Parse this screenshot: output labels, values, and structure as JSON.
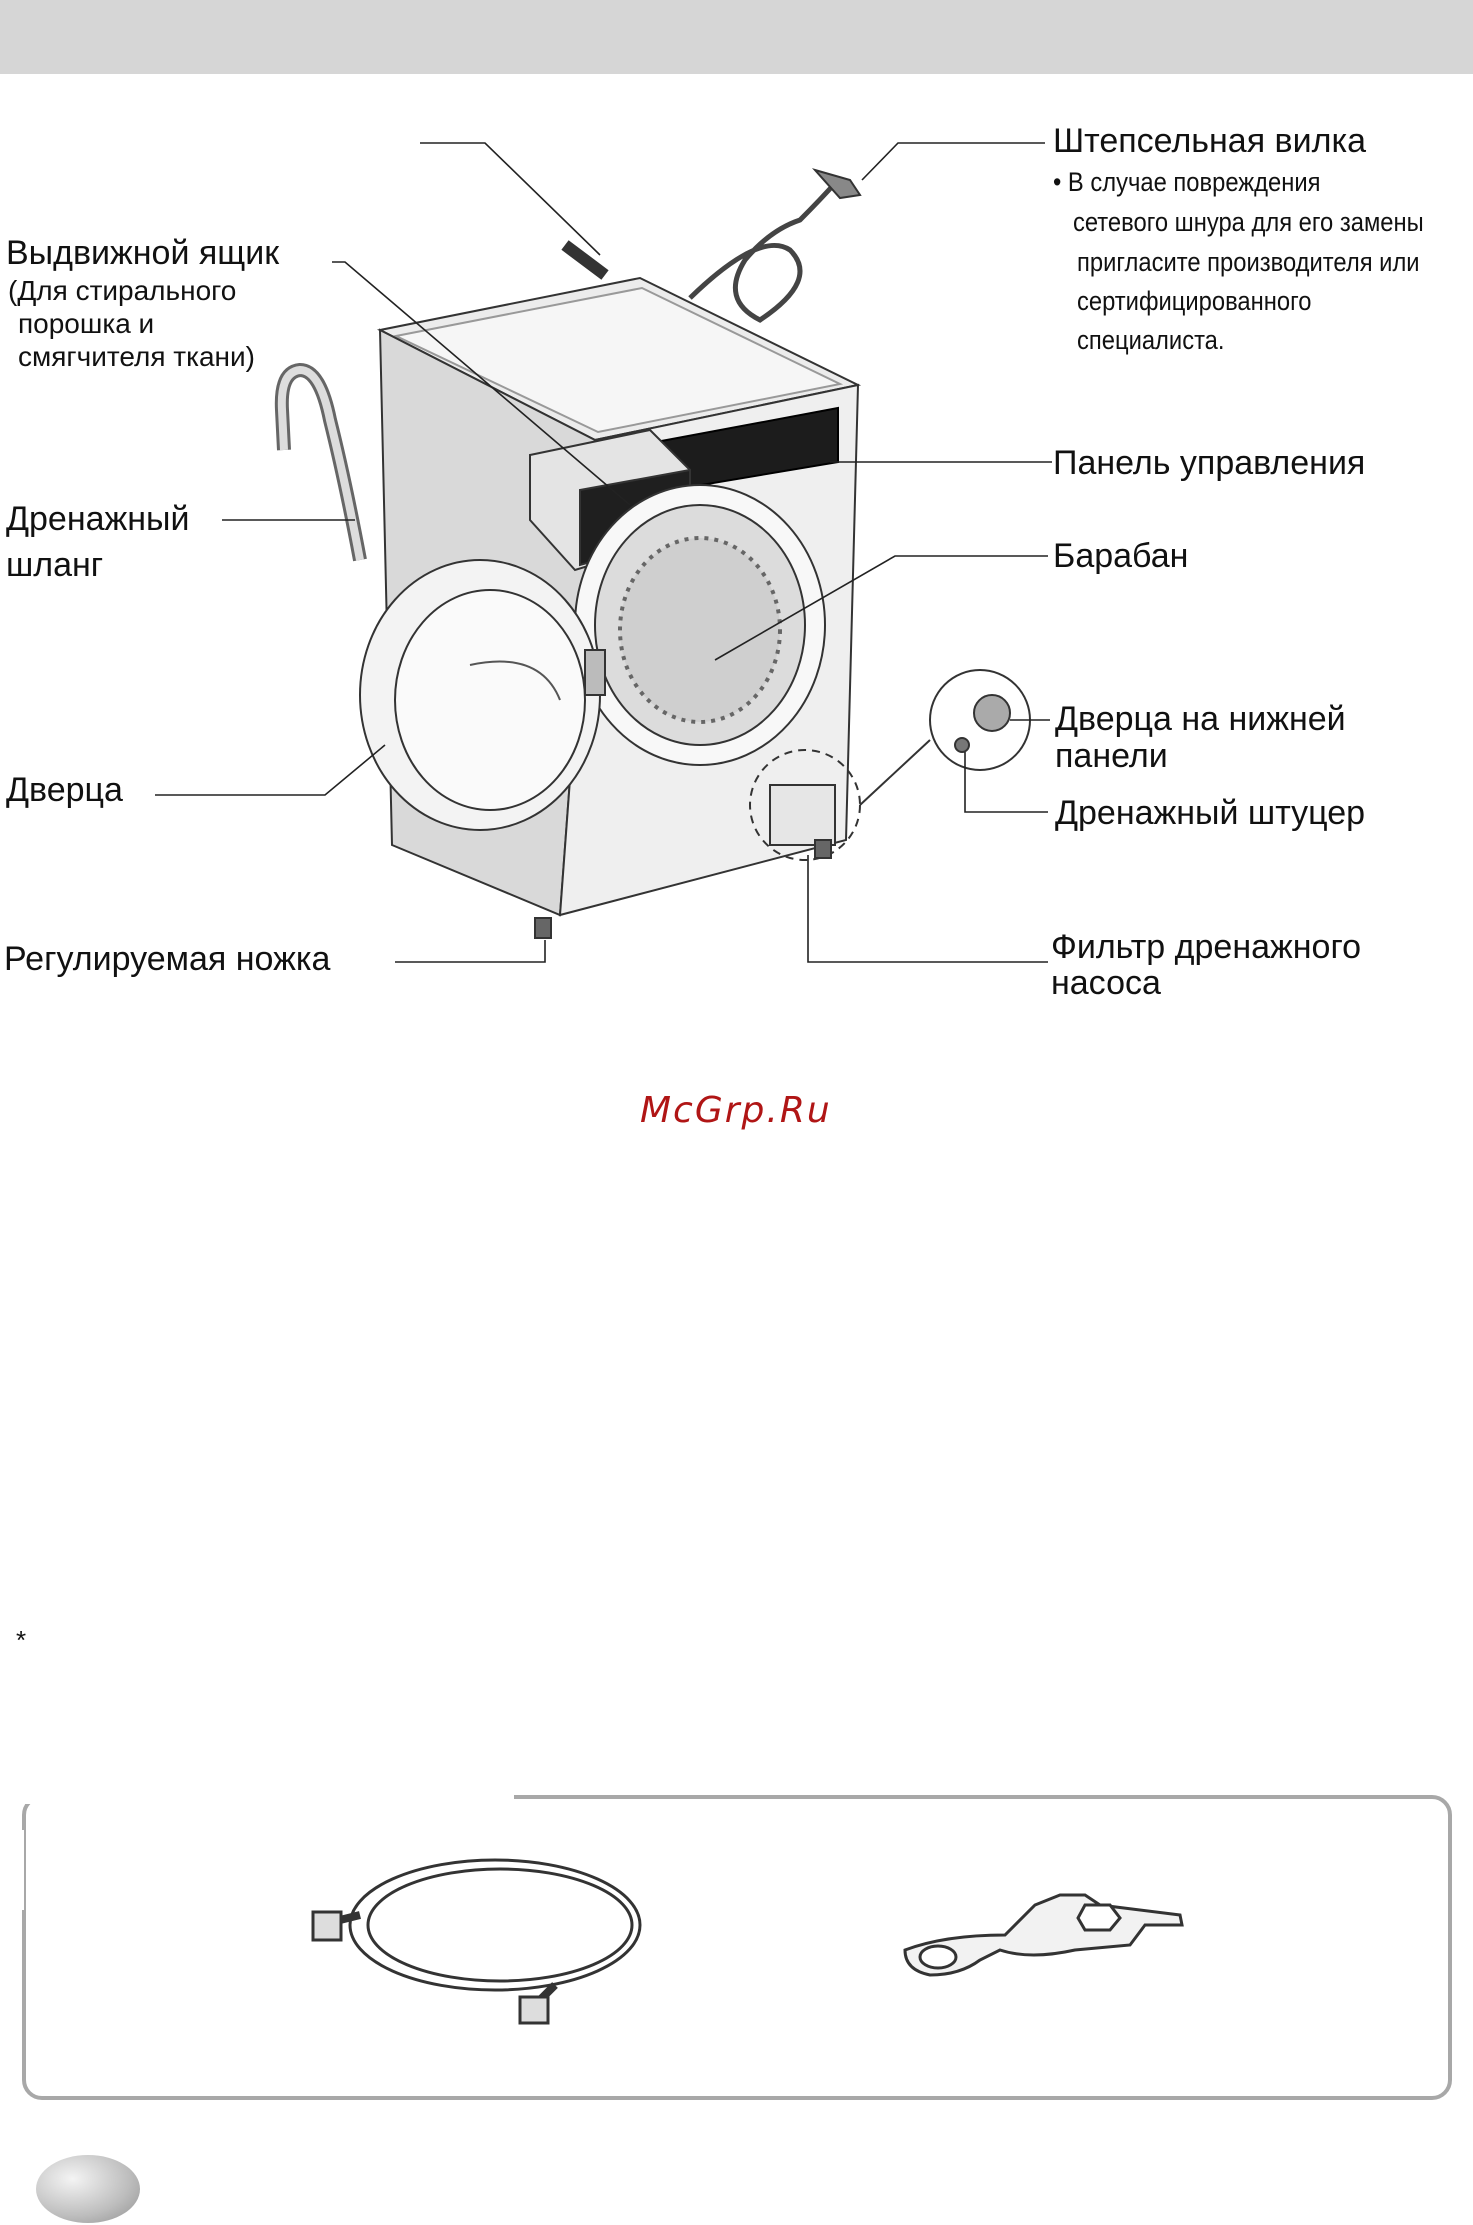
{
  "labels": {
    "drawer_title": "Выдвижной ящик",
    "drawer_sub_1": "(Для стирального",
    "drawer_sub_2": "порошка и",
    "drawer_sub_3": "смягчителя ткани)",
    "drain_hose_1": "Дренажный",
    "drain_hose_2": "шланг",
    "door": "Дверца",
    "leg": "Регулируемая ножка",
    "plug": "Штепсельная вилка",
    "plug_note_1": "• В случае повреждения",
    "plug_note_2": "сетевого шнура для его замены",
    "plug_note_3": "пригласите производителя или",
    "plug_note_4": "сертифицированного",
    "plug_note_5": "специалиста.",
    "control_panel": "Панель управления",
    "drum": "Барабан",
    "lower_door_1": "Дверца на нижней",
    "lower_door_2": "панели",
    "drain_nozzle": "Дренажный штуцер",
    "pump_filter_1": "Фильтр дренажного",
    "pump_filter_2": "насоса"
  },
  "watermark": "McGrp.Ru",
  "footnote_symbol": "*",
  "icons": {
    "washer": "washing-machine-illustration",
    "hose": "inlet-hose-illustration",
    "wrench": "spanner-illustration"
  },
  "colors": {
    "header_bar": "#d6d6d6",
    "watermark": "#b01515",
    "frame": "#a8a8a8"
  }
}
